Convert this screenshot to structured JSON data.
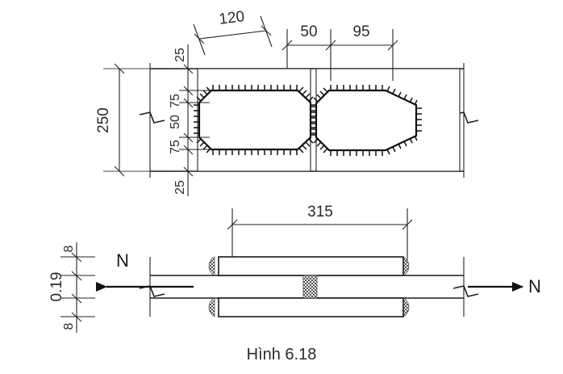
{
  "figure": {
    "caption": "Hình 6.18",
    "title": "Hình 6.18",
    "type": "engineering-drawing",
    "subject": "welded-splice-connection-detail",
    "views": [
      {
        "name": "plan-view",
        "label": ""
      },
      {
        "name": "elevation-view",
        "label": ""
      }
    ]
  },
  "plan_view": {
    "dimensions": {
      "overall_height": "250",
      "weld_angle_length": "120",
      "horizontal_segment_1": "50",
      "horizontal_segment_2": "95",
      "vertical_chain": [
        {
          "value": "25"
        },
        {
          "value": "75"
        },
        {
          "value": "50"
        },
        {
          "value": "75"
        },
        {
          "value": "25"
        }
      ]
    }
  },
  "elevation_view": {
    "dimensions": {
      "cover_plate_length": "315",
      "vertical_chain": [
        {
          "value": "8"
        },
        {
          "value": "0.19"
        },
        {
          "value": "8"
        }
      ]
    },
    "load_labels": {
      "left": "N",
      "right": "N"
    }
  },
  "colors": {
    "line": "#1a1a1a",
    "thin_line": "#4a4a4a",
    "text": "#2b2b2b",
    "background": "#ffffff",
    "weld_hatch": "#555555"
  }
}
